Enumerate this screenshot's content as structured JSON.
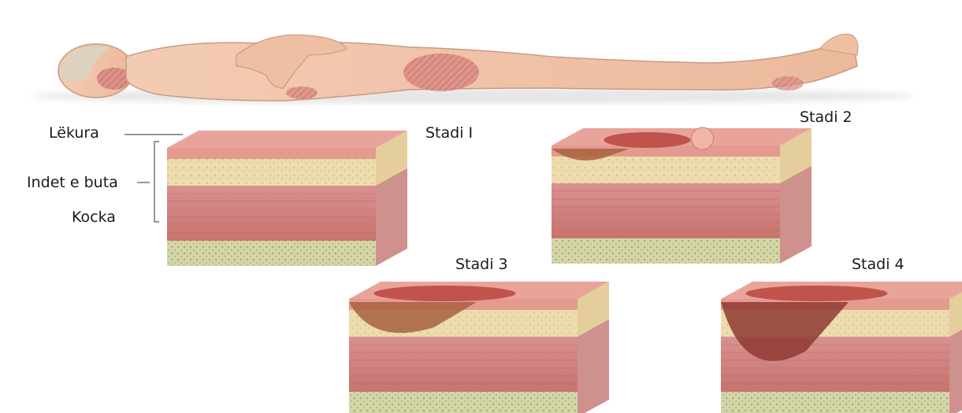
{
  "labels": {
    "skin": "Lëkura",
    "soft_tissue": "Indet e buta",
    "bone": "Kocka"
  },
  "stages": [
    {
      "label": "Stadi I"
    },
    {
      "label": "Stadi 2"
    },
    {
      "label": "Stadi 3"
    },
    {
      "label": "Stadi 4"
    }
  ],
  "colors": {
    "skin_top": "#e8a49a",
    "fat": "#e9d6a6",
    "muscle": "#cf7f7c",
    "bone": "#cdd0a0",
    "wound": "#b9463f",
    "body": "#f1c7ab"
  }
}
